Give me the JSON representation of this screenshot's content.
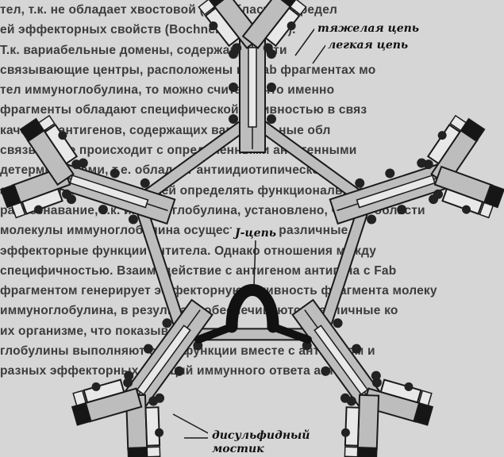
{
  "background_text": [
    "тел, т.к. не обладает хвостовой (Fc) области, определ",
    "ей эффекторных свойств (Bochner et al., 1983).",
    "Т.к. вариабельные домены, содержащие анти",
    "связывающие центры, расположены на Fab фрагментах мо",
    "тел иммуноглобулина, то можно считать, что именно",
    "фрагменты обладают специфической активностью в связ",
    "качестве антигенов, содержащих вариабельные обл",
    "связывание происходит с определенными антигенными",
    "детерминантами, т.е. обладает антиидиотипической",
    "активностью, позволяющей определять функциональное",
    "распознавание, т.к. иммуноглобулина, установлено, что Fc области",
    "молекулы иммуноглобулина осуществляют различные",
    "эффекторные функции антитела. Однако отношения между",
    "специфичностью. Взаимодействие с антигеном антигена с Fab",
    "фрагментом генерирует эффекторную активность фрагмента молеку",
    "иммуноглобулина, в результате обеспечиваются различные ко",
    "их организме, что показывает, что иммуно",
    "глобулины выполняют свои функции вместе с антигеном и",
    "разных эффекторных реакций иммунного ответа антиген"
  ],
  "labels": {
    "heavy_chain": "тяжелая цепь",
    "light_chain": "легкая цепь",
    "j_chain": "J-цепь",
    "disulfide_line1": "дисульфидный",
    "disulfide_line2": "мостик"
  },
  "colors": {
    "heavy_chain_fill": "#bdbdbd",
    "light_chain_fill": "#e8e8e8",
    "outline": "#1a1a1a",
    "variable_tip": "#161616",
    "disulfide_bond": "#222222",
    "j_chain": "#111111",
    "background": "#d6d6d6",
    "background_text": "#3c3c3c"
  }
}
